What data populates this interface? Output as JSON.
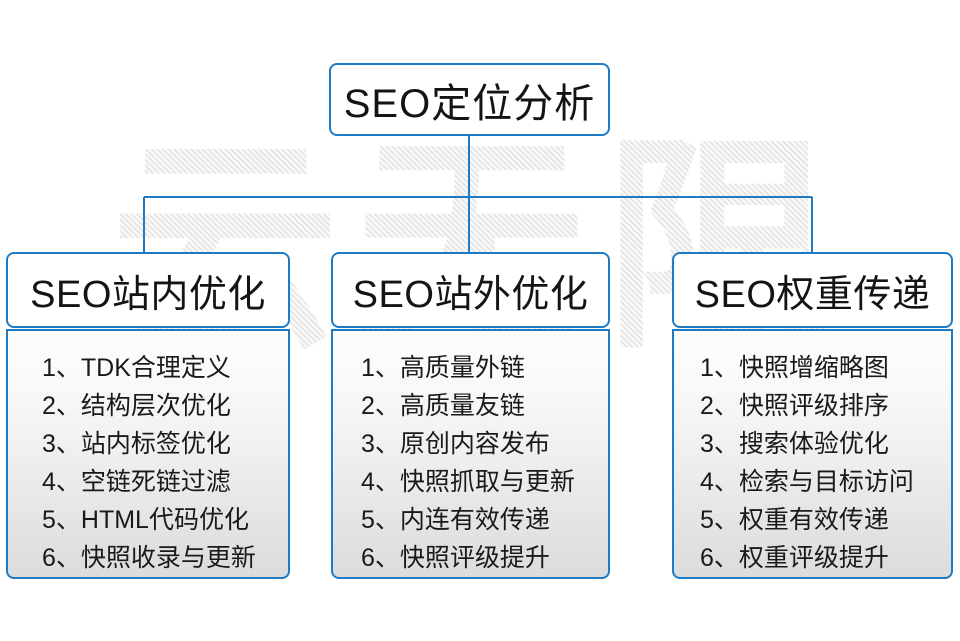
{
  "watermark": {
    "text": "云无限"
  },
  "colors": {
    "border_blue": "#1f7ac4",
    "connector_blue": "#1f7ac4",
    "text_dark": "#141414",
    "body_gradient_top": "#fdfdfd",
    "body_gradient_bottom": "#dcdcdc",
    "watermark_gray": "#e6e6e6",
    "page_background": "#ffffff"
  },
  "root": {
    "title": "SEO定位分析"
  },
  "columns": [
    {
      "title": "SEO站内优化",
      "items": [
        "1、TDK合理定义",
        "2、结构层次优化",
        "3、站内标签优化",
        "4、空链死链过滤",
        "5、HTML代码优化",
        "6、快照收录与更新"
      ]
    },
    {
      "title": "SEO站外优化",
      "items": [
        "1、高质量外链",
        "2、高质量友链",
        "3、原创内容发布",
        "4、快照抓取与更新",
        "5、内连有效传递",
        "6、快照评级提升"
      ]
    },
    {
      "title": "SEO权重传递",
      "items": [
        "1、快照增缩略图",
        "2、快照评级排序",
        "3、搜索体验优化",
        "4、检索与目标访问",
        "5、权重有效传递",
        "6、权重评级提升"
      ]
    }
  ]
}
